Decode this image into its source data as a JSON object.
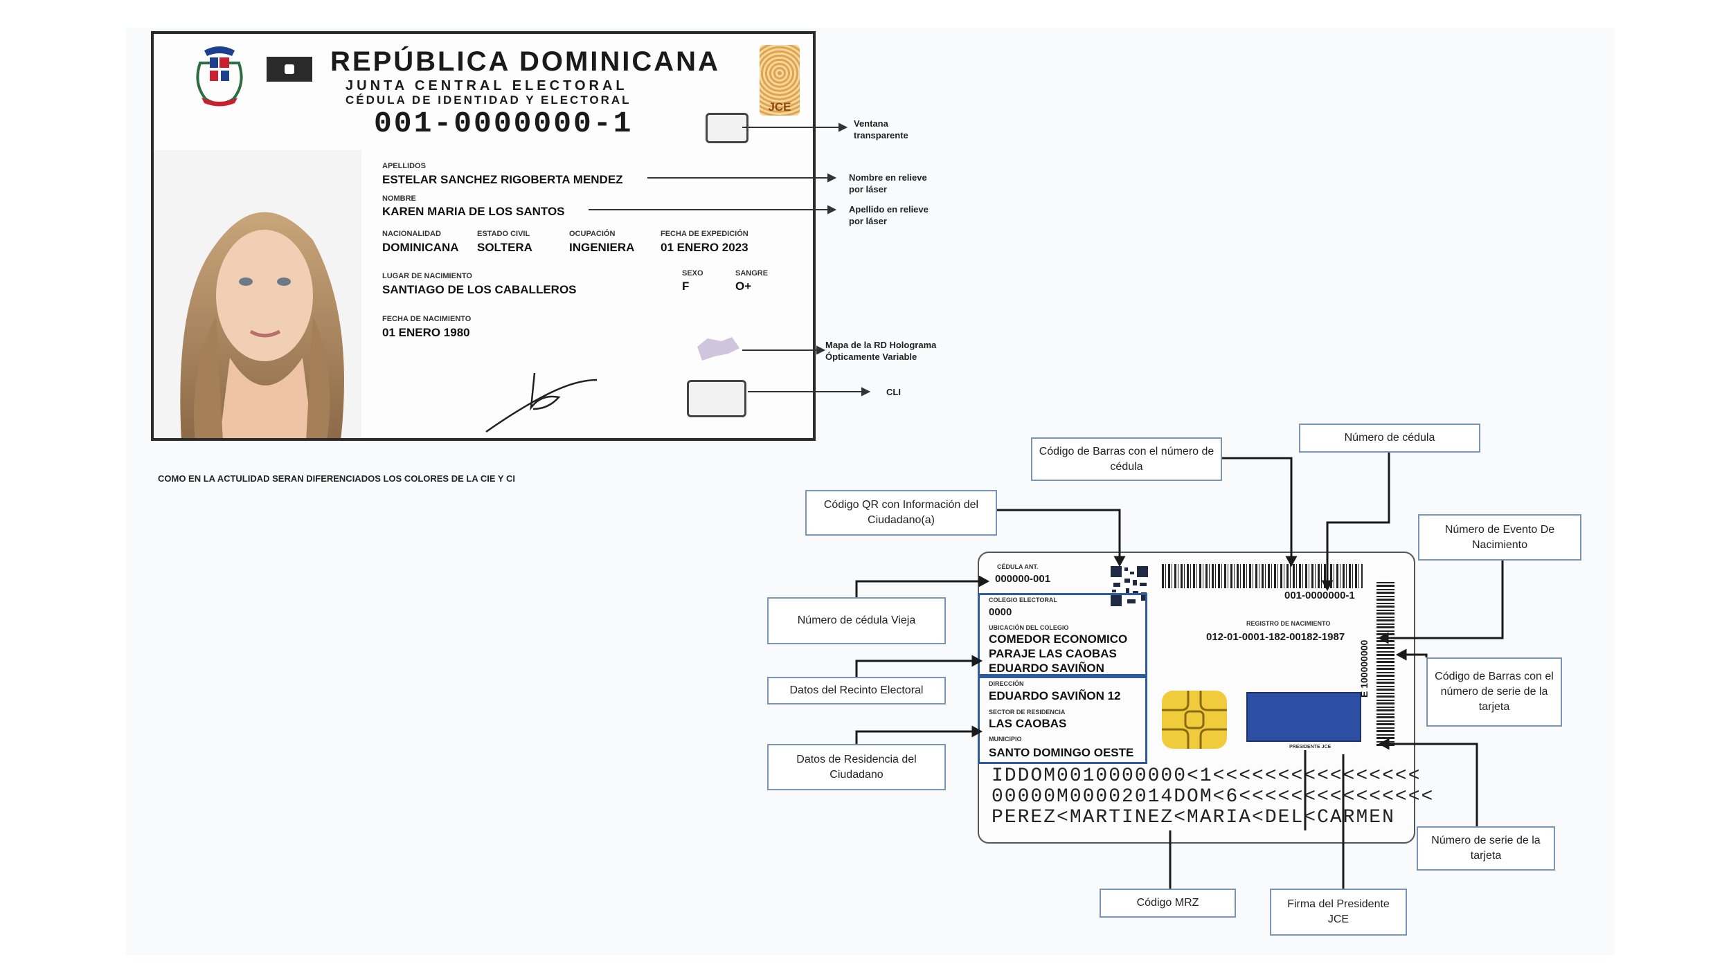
{
  "front": {
    "country": "REPÚBLICA DOMINICANA",
    "agency": "JUNTA CENTRAL ELECTORAL",
    "doc_type": "CÉDULA DE IDENTIDAD Y ELECTORAL",
    "jce_tag": "JCE",
    "id_number": "001-0000000-1",
    "apellidos_label": "APELLIDOS",
    "apellidos_value": "ESTELAR SANCHEZ RIGOBERTA MENDEZ",
    "nombre_label": "NOMBRE",
    "nombre_value": "KAREN MARIA DE LOS SANTOS",
    "nacionalidad_label": "NACIONALIDAD",
    "nacionalidad_value": "DOMINICANA",
    "estado_label": "ESTADO CIVIL",
    "estado_value": "SOLTERA",
    "ocupacion_label": "OCUPACIÓN",
    "ocupacion_value": "INGENIERA",
    "expedicion_label": "FECHA DE EXPEDICIÓN",
    "expedicion_value": "01 ENERO 2023",
    "lugar_label": "LUGAR DE NACIMIENTO",
    "lugar_value": "SANTIAGO DE LOS CABALLEROS",
    "sexo_label": "SEXO",
    "sexo_value": "F",
    "sangre_label": "SANGRE",
    "sangre_value": "O+",
    "fecha_nac_label": "FECHA DE NACIMIENTO",
    "fecha_nac_value": "01 ENERO 1980"
  },
  "front_annotations": {
    "ventana_1": "Ventana",
    "ventana_2": "transparente",
    "nombre_relieve_1": "Nombre en relieve",
    "nombre_relieve_2": "por láser",
    "apellido_relieve_1": "Apellido en relieve",
    "apellido_relieve_2": "por láser",
    "mapa_1": "Mapa de la RD Holograma",
    "mapa_2": "Ópticamente Variable",
    "cli": "CLI"
  },
  "note": "COMO EN LA ACTULIDAD SERAN DIFERENCIADOS LOS COLORES DE LA CIE Y CI",
  "back": {
    "cedula_ant_label": "CÉDULA ANT.",
    "cedula_ant_value": "000000-001",
    "colegio_label": "COLEGIO ELECTORAL",
    "colegio_value": "0000",
    "ubicacion_label": "UBICACIÓN DEL COLEGIO",
    "ubicacion_1": "COMEDOR ECONOMICO",
    "ubicacion_2": "PARAJE LAS CAOBAS",
    "ubicacion_3": "EDUARDO SAVIÑON",
    "direccion_label": "DIRECCIÓN",
    "direccion_value": "EDUARDO SAVIÑON 12",
    "sector_label": "SECTOR DE RESIDENCIA",
    "sector_value": "LAS CAOBAS",
    "municipio_label": "MUNICIPIO",
    "municipio_value": "SANTO DOMINGO OESTE",
    "barcode_number": "001-0000000-1",
    "registro_label": "REGISTRO DE NACIMIENTO",
    "registro_value": "012-01-0001-182-00182-1987",
    "presidente_label": "PRESIDENTE JCE",
    "vertical_serial": "E 100000000",
    "mrz_1": "IDDOM0010000000<1<<<<<<<<<<<<<<<<",
    "mrz_2": "00000M00002014DOM<6<<<<<<<<<<<<<<<",
    "mrz_3": "PEREZ<MARTINEZ<MARIA<DEL<CARMEN"
  },
  "callouts": {
    "barras_cedula": "Código de Barras con el número de cédula",
    "numero_cedula": "Número de cédula",
    "qr": "Código QR con Información del Ciudadano(a)",
    "evento": "Número de Evento De Nacimiento",
    "cedula_vieja": "Número de cédula Vieja",
    "recinto": "Datos del Recinto Electoral",
    "barras_serie": "Código de Barras con el número de serie de la tarjeta",
    "residencia": "Datos de Residencia del Ciudadano",
    "serie": "Número de serie de la tarjeta",
    "mrz": "Código MRZ",
    "firma": "Firma del Presidente JCE"
  }
}
